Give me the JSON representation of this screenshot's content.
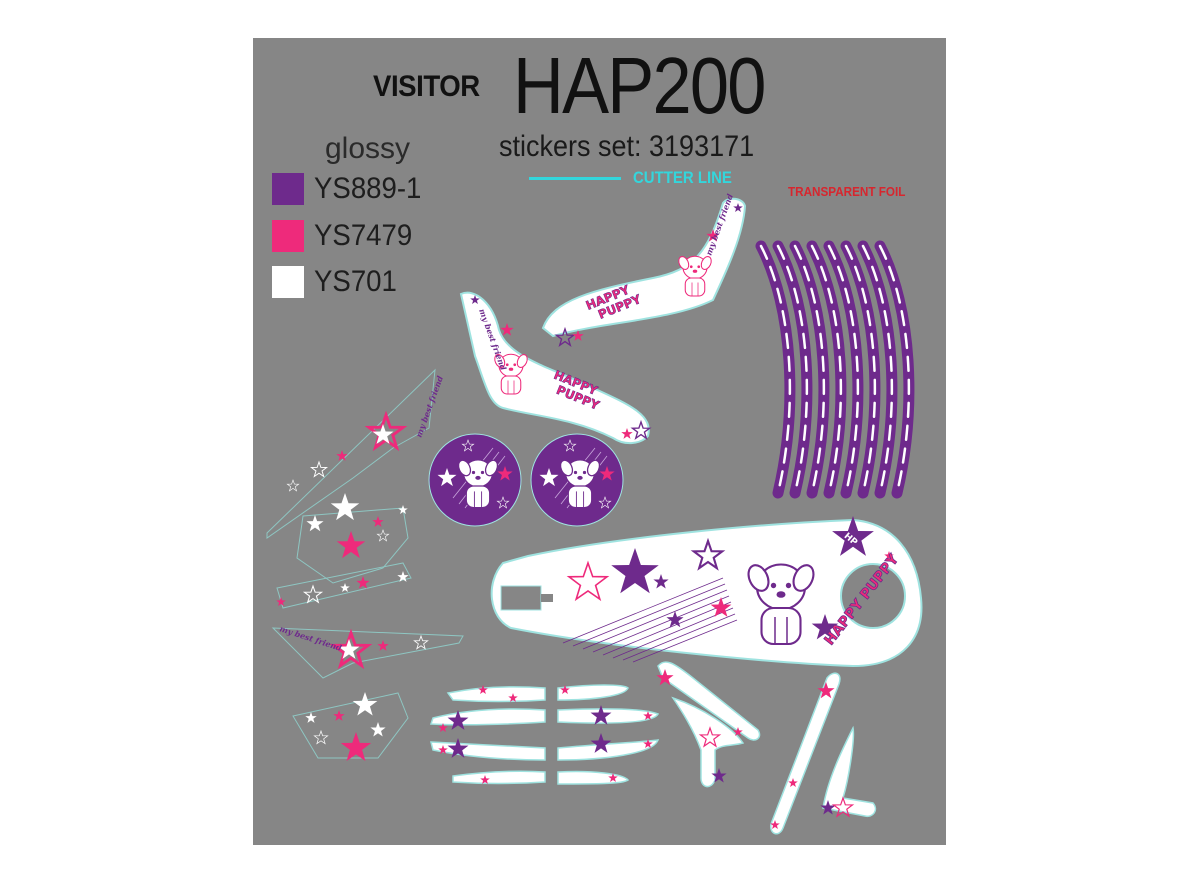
{
  "header": {
    "brand": "VISITOR",
    "model": "HAP200",
    "set_label": "stickers set: 3193171"
  },
  "legend": {
    "finish": "glossy",
    "colors": [
      {
        "code": "YS889-1",
        "hex": "#6e2a8c"
      },
      {
        "code": "YS7479",
        "hex": "#ee2a7b"
      },
      {
        "code": "YS701",
        "hex": "#ffffff"
      }
    ]
  },
  "markers": {
    "cutter_line": {
      "label": "CUTTER LINE",
      "color": "#33d6dc"
    },
    "transparent_foil": {
      "label": "TRANSPARENT FOIL",
      "color": "#d7262e"
    }
  },
  "artwork": {
    "theme_text": "HAPPY PUPPY",
    "tagline": "my best friend",
    "badge": "HP",
    "colors": {
      "sheet": "#868686",
      "purple": "#6e2a8c",
      "pink": "#ee2a7b",
      "white": "#ffffff",
      "cut": "#9fe3e0"
    }
  }
}
